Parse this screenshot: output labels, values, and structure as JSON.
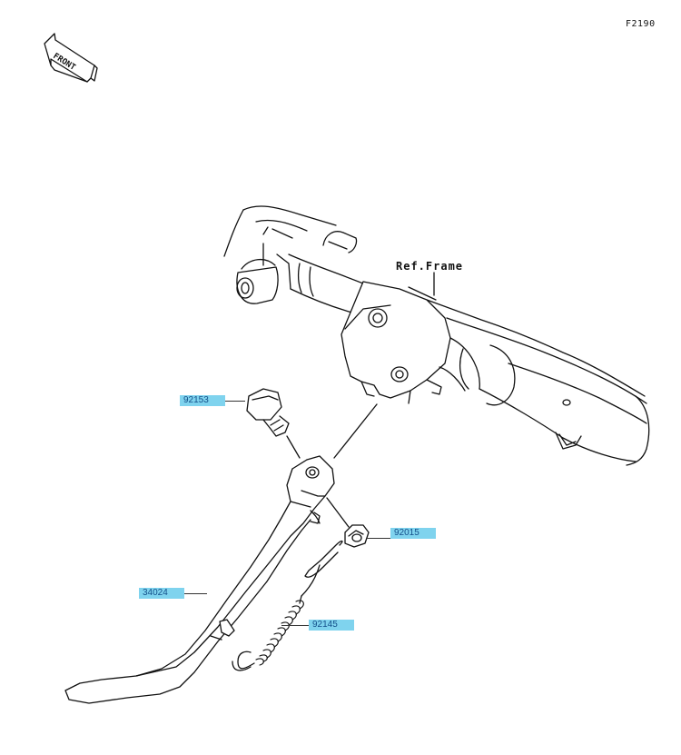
{
  "diagram": {
    "figure_code": "F2190",
    "front_marker": "FRONT",
    "reference": "Ref.Frame",
    "label_color": "#7fd3ee",
    "parts": [
      {
        "number": "92153"
      },
      {
        "number": "92015"
      },
      {
        "number": "34024"
      },
      {
        "number": "92145"
      }
    ]
  }
}
